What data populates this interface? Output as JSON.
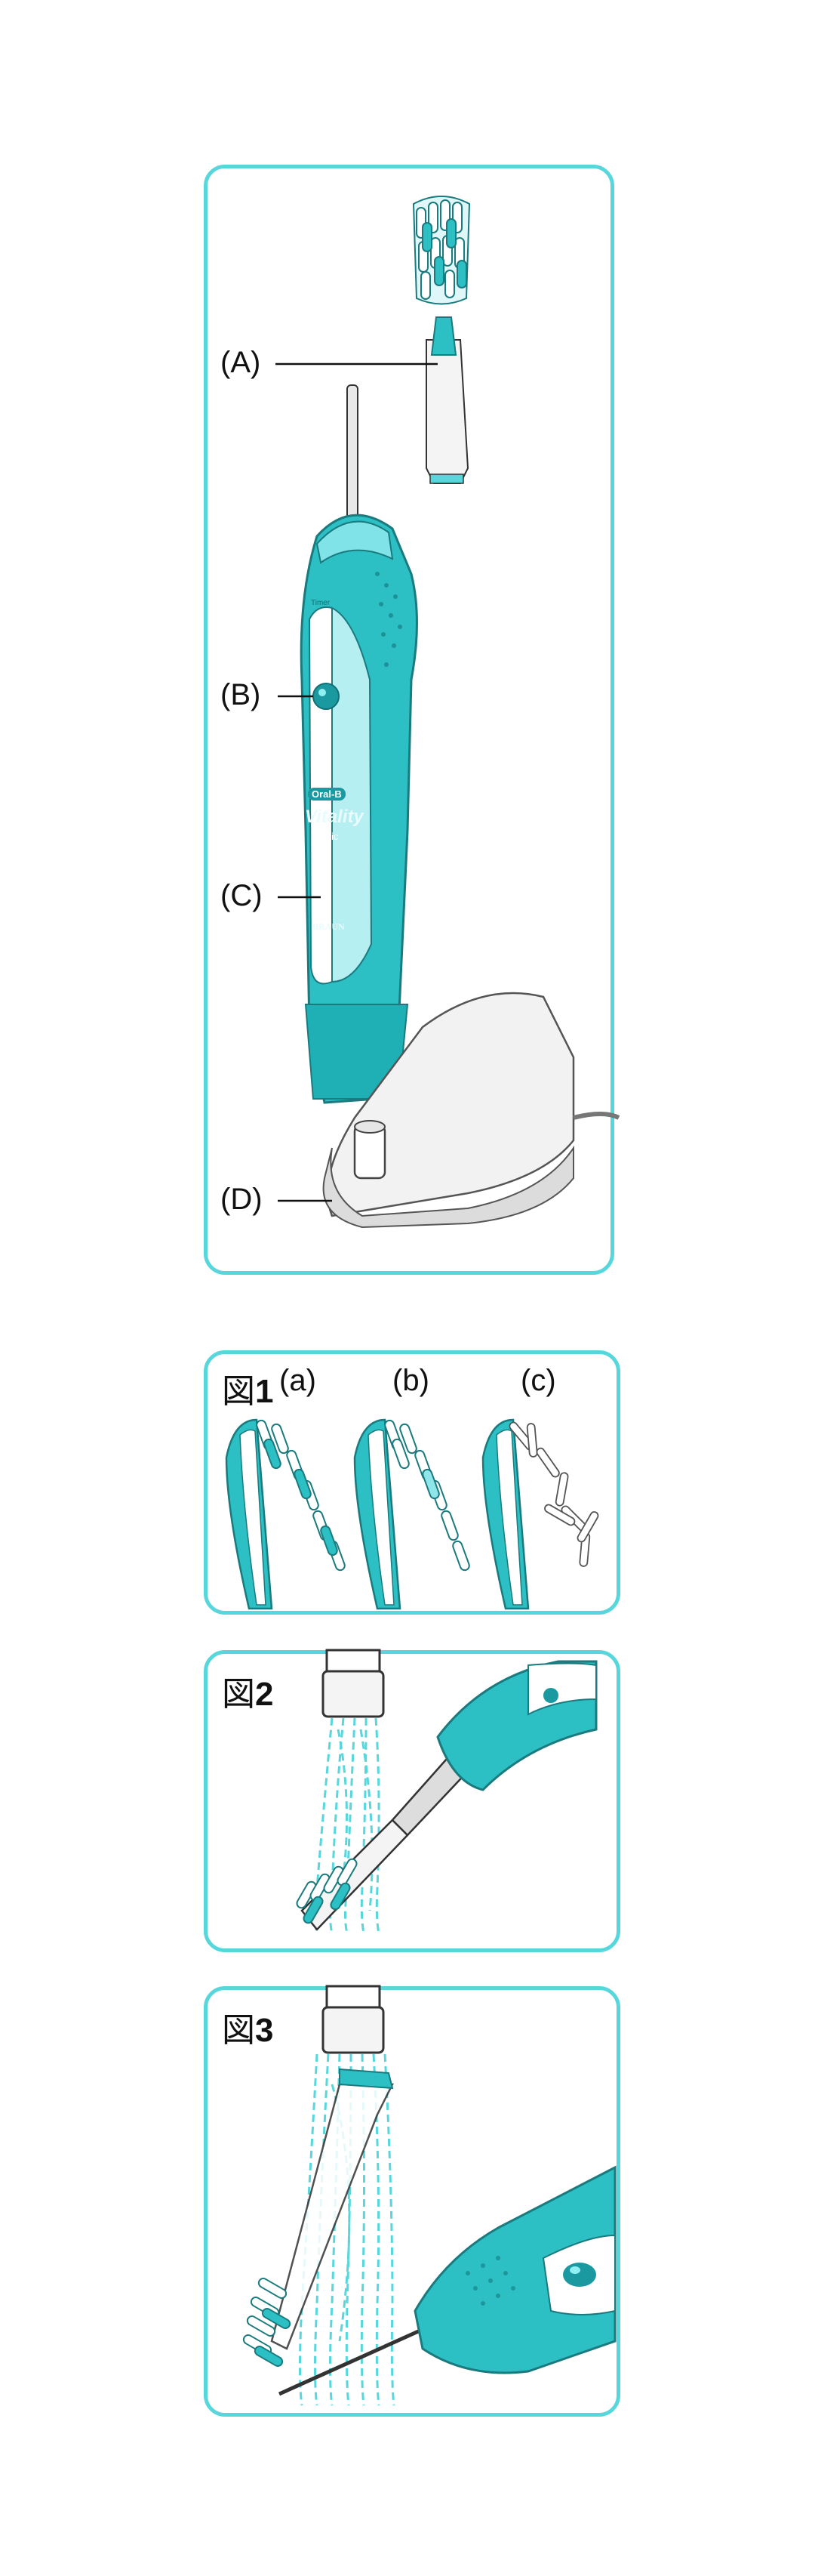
{
  "overview": {
    "labels": {
      "a": "(A)",
      "b": "(B)",
      "c": "(C)",
      "d": "(D)"
    },
    "handle_branding": {
      "logo": "Oral-B",
      "model": "Vitality",
      "type": "sonic",
      "brand": "BRAUN",
      "timer": "Timer"
    }
  },
  "figure1": {
    "title_prefix": "図",
    "title_number": "1",
    "sub_labels": [
      "(a)",
      "(b)",
      "(c)"
    ]
  },
  "figure2": {
    "title_prefix": "図",
    "title_number": "2"
  },
  "figure3": {
    "title_prefix": "図",
    "title_number": "3"
  },
  "colors": {
    "accent": "#57d7dc",
    "teal": "#2cbfc4",
    "dark_teal": "#1a9aa0",
    "water": "#6fe0ea"
  }
}
